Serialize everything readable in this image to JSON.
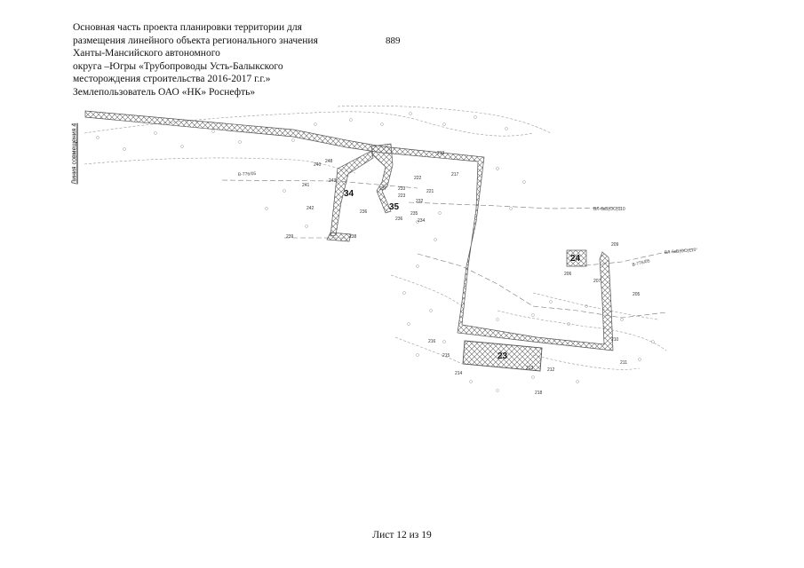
{
  "header": {
    "lines": [
      "Основная часть проекта планировки территории для",
      "размещения линейного объекта регионального значения",
      "Ханты-Мансийского автономного",
      "округа –Югры «Трубопроводы Усть-Балыкского",
      "месторождения строительства 2016-2017 г.г.»",
      "Землепользователь ОАО «НК» Роснефть»"
    ]
  },
  "page_number": "889",
  "match_line_label": "Линия совмещения 4",
  "footer": "Лист 12 из 19",
  "map": {
    "plots": [
      {
        "id": "34",
        "label": "34"
      },
      {
        "id": "35",
        "label": "35"
      },
      {
        "id": "24",
        "label": "24"
      },
      {
        "id": "23",
        "label": "23"
      }
    ],
    "point_labels": [
      "240",
      "248",
      "243",
      "237",
      "233",
      "221",
      "219",
      "217",
      "241",
      "242",
      "236",
      "236",
      "235",
      "234",
      "238",
      "232",
      "222",
      "223",
      "239",
      "209",
      "210",
      "211",
      "212",
      "213",
      "214",
      "215",
      "216",
      "218",
      "206",
      "207",
      "205"
    ],
    "road_labels": [
      "В-776/05",
      "ВЛ-6кВ(ОО)110",
      "В-776/05",
      "ВЛ-6кВ(ОО)110"
    ],
    "colors": {
      "line": "#555555",
      "hatch": "#666666",
      "border": "#777777"
    }
  }
}
